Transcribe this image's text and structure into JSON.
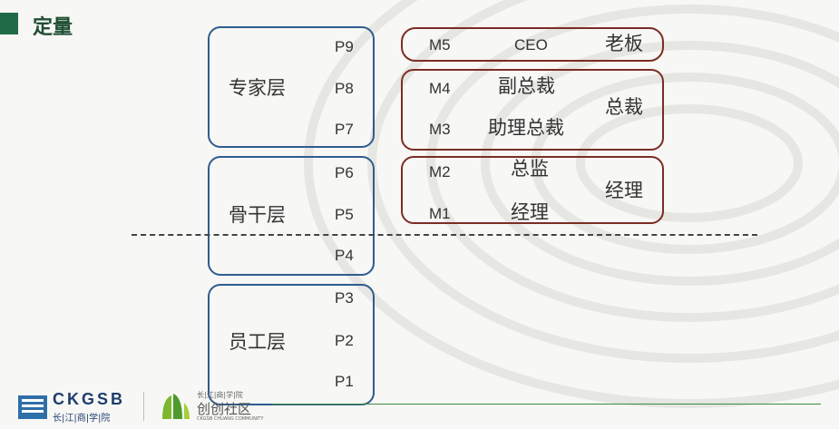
{
  "slide": {
    "title": "定量",
    "accent_color": "#1f6b46"
  },
  "p_groups": [
    {
      "name": "专家层",
      "levels": [
        "P9",
        "P8",
        "P7"
      ]
    },
    {
      "name": "骨干层",
      "levels": [
        "P6",
        "P5",
        "P4"
      ]
    },
    {
      "name": "员工层",
      "levels": [
        "P3",
        "P2",
        "P1"
      ]
    }
  ],
  "m_groups": [
    {
      "group": "老板",
      "rows": [
        {
          "code": "M5",
          "title": "CEO"
        }
      ]
    },
    {
      "group": "总裁",
      "rows": [
        {
          "code": "M4",
          "title": "副总裁"
        },
        {
          "code": "M3",
          "title": "助理总裁"
        }
      ]
    },
    {
      "group": "经理",
      "rows": [
        {
          "code": "M2",
          "title": "总监"
        },
        {
          "code": "M1",
          "title": "经理"
        }
      ]
    }
  ],
  "colors": {
    "p_border": "#2f5c8f",
    "m_border": "#7a2d24"
  },
  "footer": {
    "logo1_main": "CKGSB",
    "logo1_sub": "长|江|商|学|院",
    "logo2_top": "长|江|商|学|院",
    "logo2_main": "创创社区",
    "logo2_sub": "CKGSB CHUANG COMMUNITY"
  }
}
